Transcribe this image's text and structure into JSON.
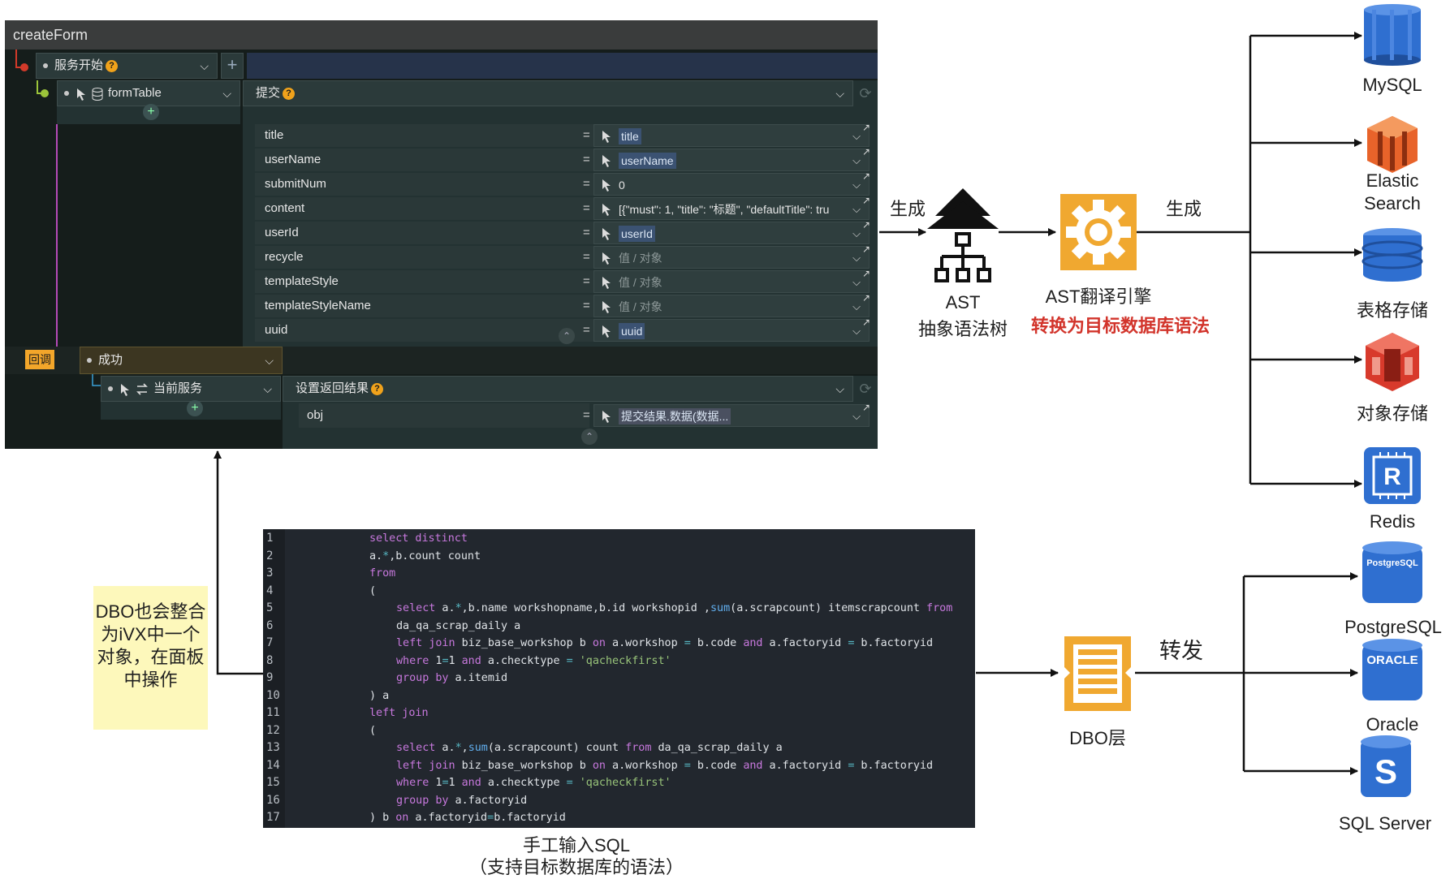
{
  "panel": {
    "title": "createForm",
    "service_start": {
      "label": "服务开始"
    },
    "form_table": {
      "label": "formTable"
    },
    "submit": {
      "label": "提交"
    },
    "params": [
      {
        "name": "title",
        "value": "title",
        "kind": "chip"
      },
      {
        "name": "userName",
        "value": "userName",
        "kind": "chip"
      },
      {
        "name": "submitNum",
        "value": "0",
        "kind": "plain"
      },
      {
        "name": "content",
        "value": "[{\"must\": 1, \"title\": \"标题\", \"defaultTitle\": tru",
        "kind": "plain"
      },
      {
        "name": "userId",
        "value": "userId",
        "kind": "chip"
      },
      {
        "name": "recycle",
        "value": "值 / 对象",
        "kind": "placeholder"
      },
      {
        "name": "templateStyle",
        "value": "值 / 对象",
        "kind": "placeholder"
      },
      {
        "name": "templateStyleName",
        "value": "值 / 对象",
        "kind": "placeholder"
      },
      {
        "name": "uuid",
        "value": "uuid",
        "kind": "chip"
      }
    ],
    "callback_tag": "回调",
    "success": {
      "label": "成功"
    },
    "current_service": {
      "label": "当前服务"
    },
    "set_result": {
      "label": "设置返回结果"
    },
    "result_param": {
      "name": "obj",
      "value": "提交结果.数据(数据..."
    },
    "equals": "="
  },
  "diagram": {
    "gen_left": "生成",
    "gen_right": "生成",
    "ast_label_1": "AST",
    "ast_label_2": "抽象语法树",
    "engine_label": "AST翻译引擎",
    "engine_sub": "转换为目标数据库语法",
    "targets_top": [
      "MySQL",
      "Elastic",
      "Search",
      "表格存储",
      "对象存储",
      "Redis"
    ],
    "forward": "转发",
    "dbo_label": "DBO层",
    "targets_bottom": [
      "PostgreSQL",
      "Oracle",
      "SQL Server"
    ],
    "icon_text_pg": "PostgreSQL",
    "icon_text_oracle": "ORACLE",
    "icon_text_redis": "R",
    "icon_text_sql": "S",
    "note": "DBO也会整合为iVX中一个对象，在面板中操作",
    "caption_1": "手工输入SQL",
    "caption_2": "（支持目标数据库的语法）"
  },
  "code": {
    "lines": [
      "1",
      "2",
      "3",
      "4",
      "5",
      "6",
      "7",
      "8",
      "9",
      "10",
      "11",
      "12",
      "13",
      "14",
      "15",
      "16",
      "17"
    ]
  },
  "colors": {
    "panel_bg": "#151d1b",
    "code_bg": "#22272e",
    "engine_orange": "#f0a830",
    "accent_red": "#d2342b",
    "aws_blue": "#2f6fd0",
    "aws_orange": "#e8632a"
  }
}
